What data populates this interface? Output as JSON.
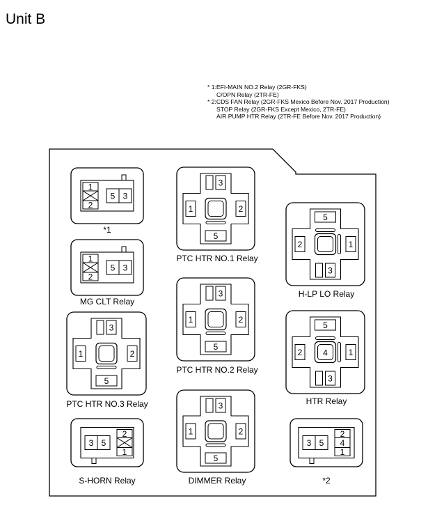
{
  "title": "Unit B",
  "notes": [
    {
      "text": "* 1:EFI-MAIN NO.2 Relay (2GR-FKS)",
      "indent": false
    },
    {
      "text": "C/OPN Relay (2TR-FE)",
      "indent": true
    },
    {
      "text": "* 2:CDS FAN Relay (2GR-FKS Mexico Before Nov. 2017 Production)",
      "indent": false
    },
    {
      "text": "STOP Relay (2GR-FKS Except Mexico, 2TR-FE)",
      "indent": true
    },
    {
      "text": "AIR PUMP HTR Relay (2TR-FE Before Nov. 2017 Production)",
      "indent": true
    }
  ],
  "relays": [
    {
      "id": "star1",
      "label": "*1",
      "type": "small",
      "pins": {
        "top": "1",
        "bottom": "2",
        "a": "5",
        "b": "3"
      }
    },
    {
      "id": "mg-clt",
      "label": "MG CLT Relay",
      "type": "small",
      "pins": {
        "top": "1",
        "bottom": "2",
        "a": "5",
        "b": "3"
      }
    },
    {
      "id": "ptc-htr-no3",
      "label": "PTC HTR NO.3 Relay",
      "type": "cross",
      "pins": {
        "top": "3",
        "left": "1",
        "right": "2",
        "bottom": "5"
      }
    },
    {
      "id": "s-horn",
      "label": "S-HORN Relay",
      "type": "small-mirror",
      "pins": {
        "top": "2",
        "bottom": "1",
        "a": "3",
        "b": "5"
      }
    },
    {
      "id": "ptc-htr-no1",
      "label": "PTC HTR NO.1 Relay",
      "type": "cross",
      "pins": {
        "top": "3",
        "left": "1",
        "right": "2",
        "bottom": "5"
      }
    },
    {
      "id": "ptc-htr-no2",
      "label": "PTC HTR NO.2 Relay",
      "type": "cross",
      "pins": {
        "top": "3",
        "left": "1",
        "right": "2",
        "bottom": "5"
      }
    },
    {
      "id": "dimmer",
      "label": "DIMMER Relay",
      "type": "cross",
      "pins": {
        "top": "3",
        "left": "1",
        "right": "2",
        "bottom": "5"
      }
    },
    {
      "id": "h-lp-lo",
      "label": "H-LP LO Relay",
      "type": "cross-inv",
      "pins": {
        "top": "5",
        "left": "2",
        "right": "1",
        "bottom": "3"
      }
    },
    {
      "id": "htr",
      "label": "HTR Relay",
      "type": "cross-inv",
      "pins": {
        "top": "5",
        "left": "2",
        "right": "1",
        "bottom": "3",
        "center": "4"
      }
    },
    {
      "id": "star2",
      "label": "*2",
      "type": "small4",
      "pins": {
        "a": "3",
        "b": "5",
        "top": "2",
        "mid": "4",
        "bottom": "1"
      }
    }
  ]
}
